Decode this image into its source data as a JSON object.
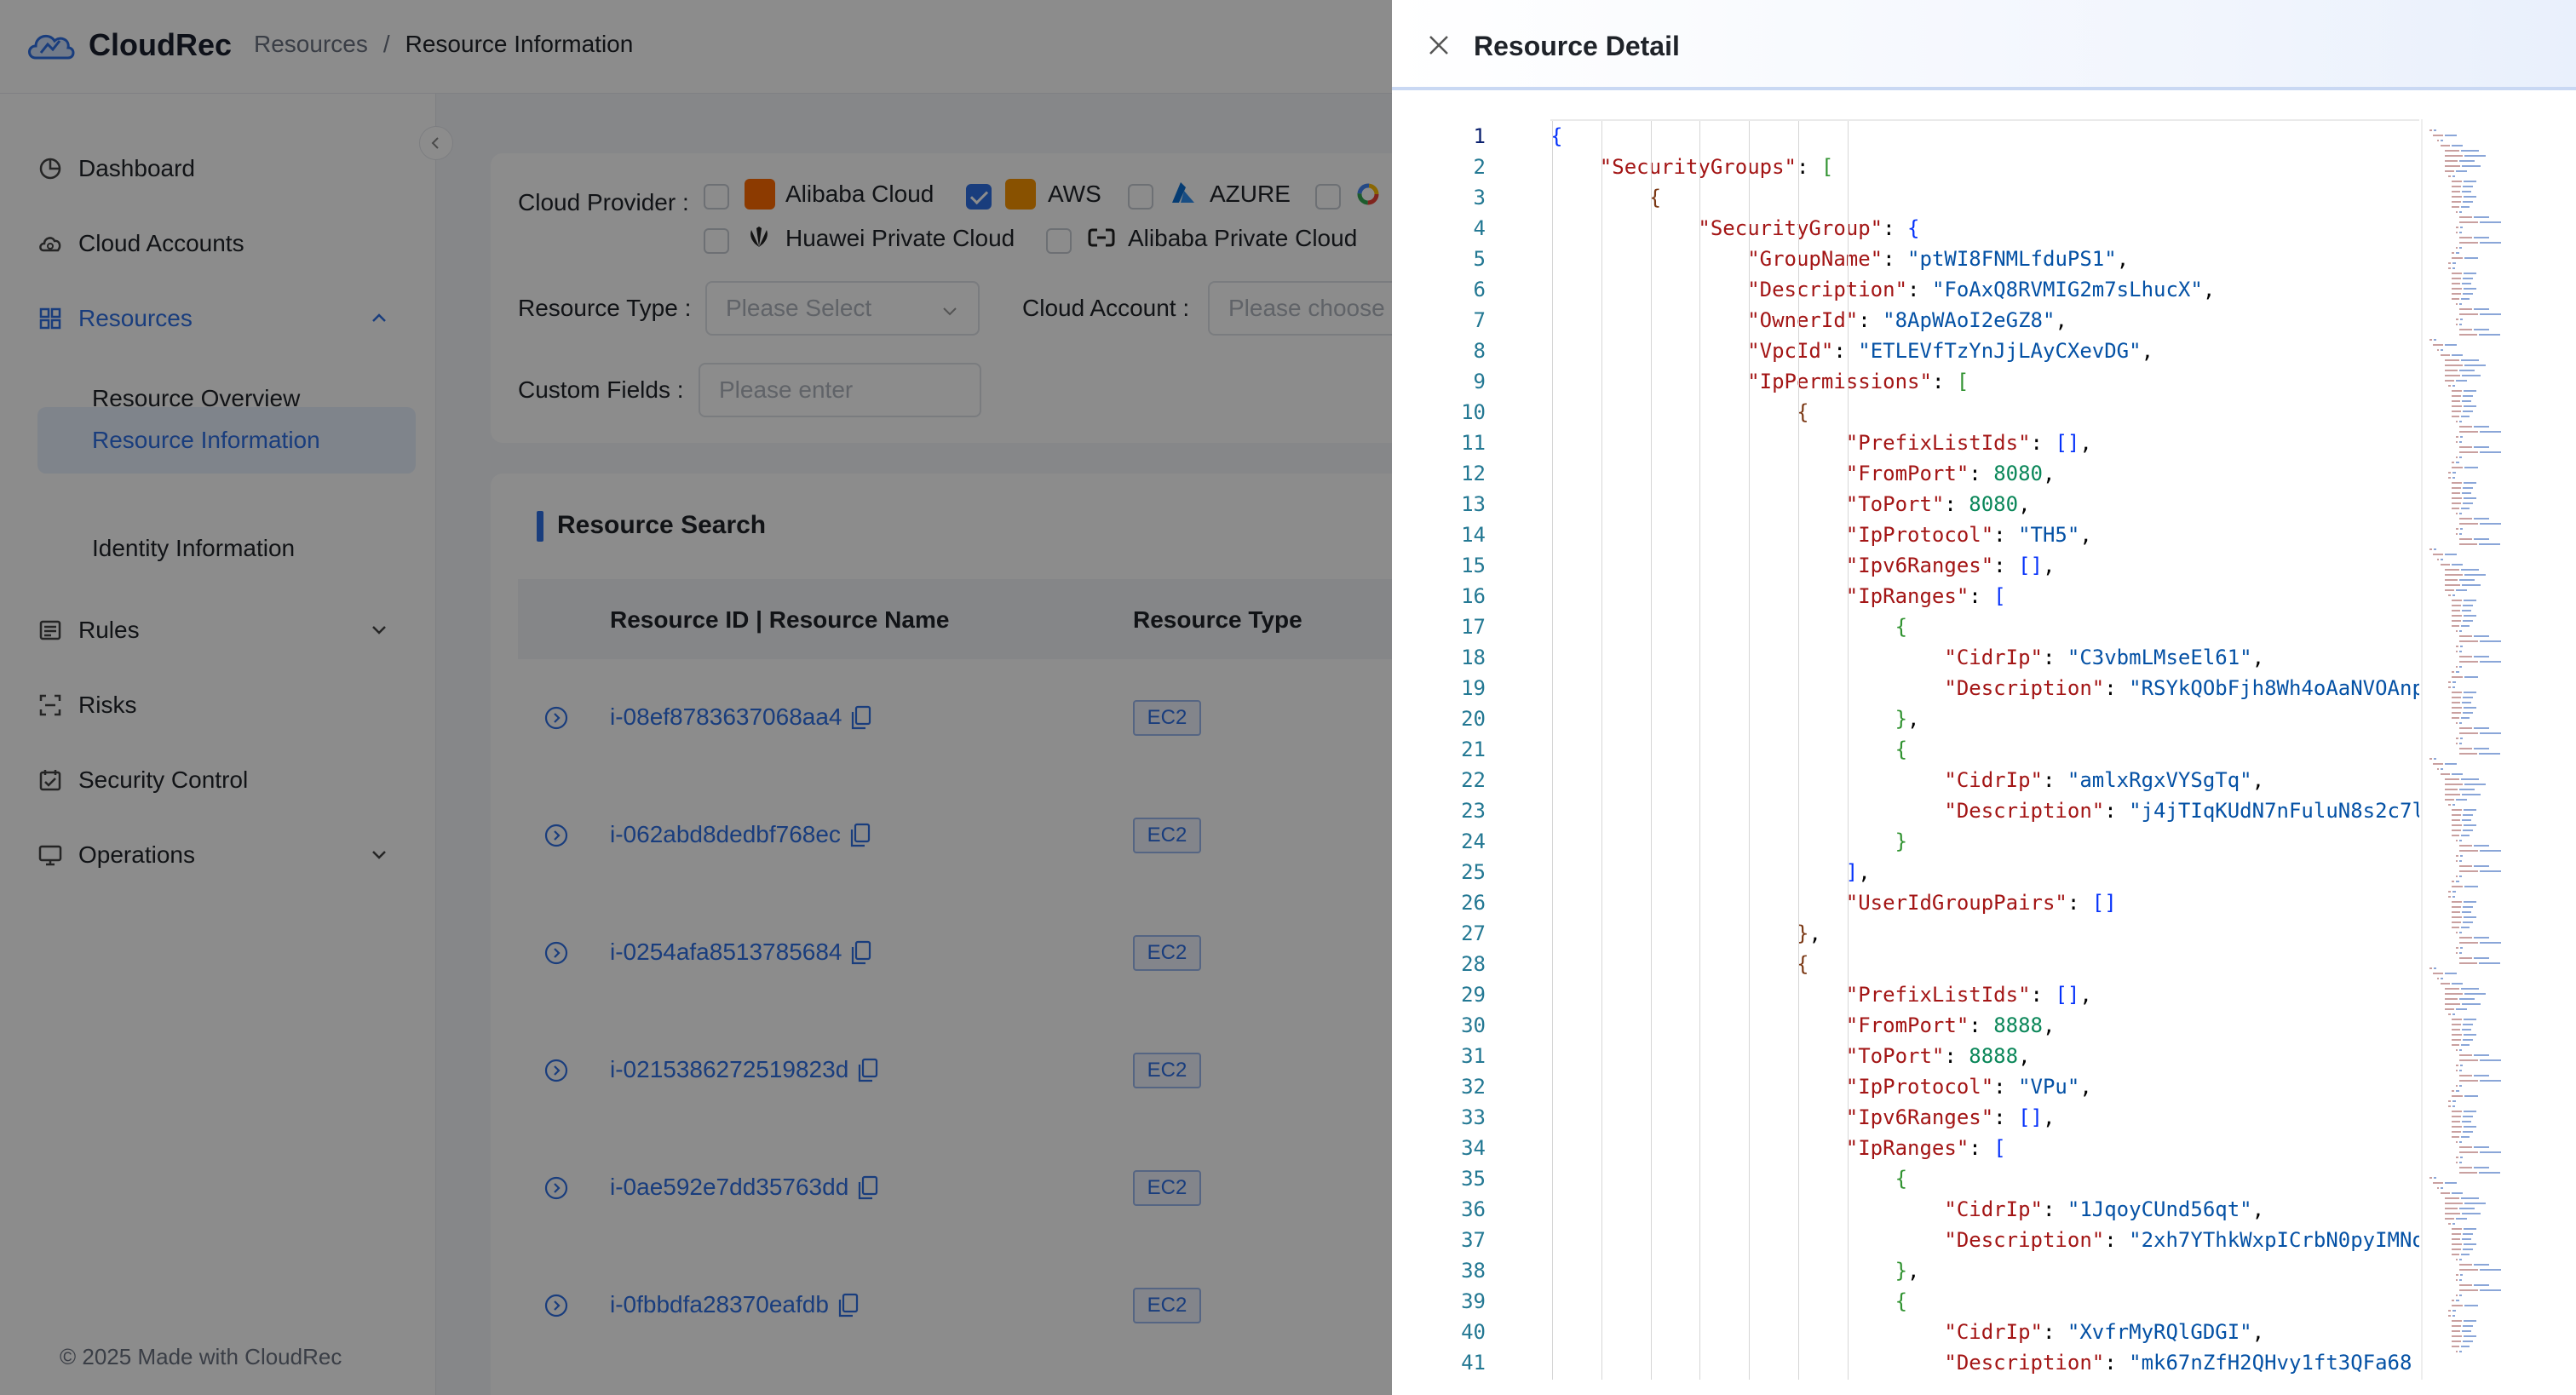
{
  "app": {
    "name": "CloudRec",
    "breadcrumb": [
      "Resources",
      "Resource Information"
    ],
    "footer": "© 2025 Made with CloudRec"
  },
  "sidebar": {
    "items": [
      {
        "label": "Dashboard",
        "icon": "dashboard-icon"
      },
      {
        "label": "Cloud Accounts",
        "icon": "cloud-icon"
      },
      {
        "label": "Resources",
        "icon": "grid-icon",
        "expanded": true
      },
      {
        "label": "Rules",
        "icon": "rules-icon"
      },
      {
        "label": "Risks",
        "icon": "risks-icon"
      },
      {
        "label": "Security Control",
        "icon": "security-icon"
      },
      {
        "label": "Operations",
        "icon": "monitor-icon"
      }
    ],
    "sub_items": [
      "Resource Overview",
      "Resource Information",
      "Identity Information"
    ],
    "selected_sub": "Resource Information"
  },
  "filters": {
    "cloud_provider_label": "Cloud Provider",
    "providers": [
      {
        "label": "Alibaba Cloud",
        "checked": false
      },
      {
        "label": "AWS",
        "checked": true
      },
      {
        "label": "AZURE",
        "checked": false
      },
      {
        "label": "Huawei Private Cloud",
        "checked": false
      },
      {
        "label": "Alibaba Private Cloud",
        "checked": false
      }
    ],
    "resource_type_label": "Resource Type",
    "resource_type_placeholder": "Please Select",
    "cloud_account_label": "Cloud Account",
    "cloud_account_placeholder": "Please choose",
    "custom_fields_label": "Custom Fields",
    "custom_fields_placeholder": "Please enter"
  },
  "search": {
    "title": "Resource Search",
    "columns": [
      "Resource ID  |  Resource Name",
      "Resource Type"
    ],
    "rows": [
      {
        "id": "i-08ef8783637068aa4",
        "type": "EC2"
      },
      {
        "id": "i-062abd8dedbf768ec",
        "type": "EC2"
      },
      {
        "id": "i-0254afa8513785684",
        "type": "EC2"
      },
      {
        "id": "i-0215386272519823d",
        "type": "EC2"
      },
      {
        "id": "i-0ae592e7dd35763dd",
        "type": "EC2"
      },
      {
        "id": "i-0fbbdfa28370eafdb",
        "type": "EC2"
      }
    ]
  },
  "drawer": {
    "title": "Resource Detail",
    "code_lines": [
      "{",
      "    \"SecurityGroups\": [",
      "        {",
      "            \"SecurityGroup\": {",
      "                \"GroupName\": \"ptWI8FNMLfduPS1\",",
      "                \"Description\": \"FoAxQ8RVMIG2m7sLhucX\",",
      "                \"OwnerId\": \"8ApWAoI2eGZ8\",",
      "                \"VpcId\": \"ETLEVfTzYnJjLAyCXevDG\",",
      "                \"IpPermissions\": [",
      "                    {",
      "                        \"PrefixListIds\": [],",
      "                        \"FromPort\": 8080,",
      "                        \"ToPort\": 8080,",
      "                        \"IpProtocol\": \"TH5\",",
      "                        \"Ipv6Ranges\": [],",
      "                        \"IpRanges\": [",
      "                            {",
      "                                \"CidrIp\": \"C3vbmLMseEl61\",",
      "                                \"Description\": \"RSYkQObFjh8Wh4oAaNVOAnp",
      "                            },",
      "                            {",
      "                                \"CidrIp\": \"amlxRgxVYSgTq\",",
      "                                \"Description\": \"j4jTIqKUdN7nFuluN8s2c7l",
      "                            }",
      "                        ],",
      "                        \"UserIdGroupPairs\": []",
      "                    },",
      "                    {",
      "                        \"PrefixListIds\": [],",
      "                        \"FromPort\": 8888,",
      "                        \"ToPort\": 8888,",
      "                        \"IpProtocol\": \"VPu\",",
      "                        \"Ipv6Ranges\": [],",
      "                        \"IpRanges\": [",
      "                            {",
      "                                \"CidrIp\": \"1JqoyCUnd56qt\",",
      "                                \"Description\": \"2xh7YThkWxpICrbN0pyIMNo",
      "                            },",
      "                            {",
      "                                \"CidrIp\": \"XvfrMyRQlGDGI\",",
      "                                \"Description\": \"mk67nZfH2QHvy1ft3QFa68"
    ]
  },
  "colors": {
    "accent": "#2f6fe4",
    "json_key": "#a31515",
    "json_string": "#0451a5",
    "json_number": "#098658",
    "alibaba_orange": "#ff6a00",
    "aws_orange": "#f79400"
  }
}
